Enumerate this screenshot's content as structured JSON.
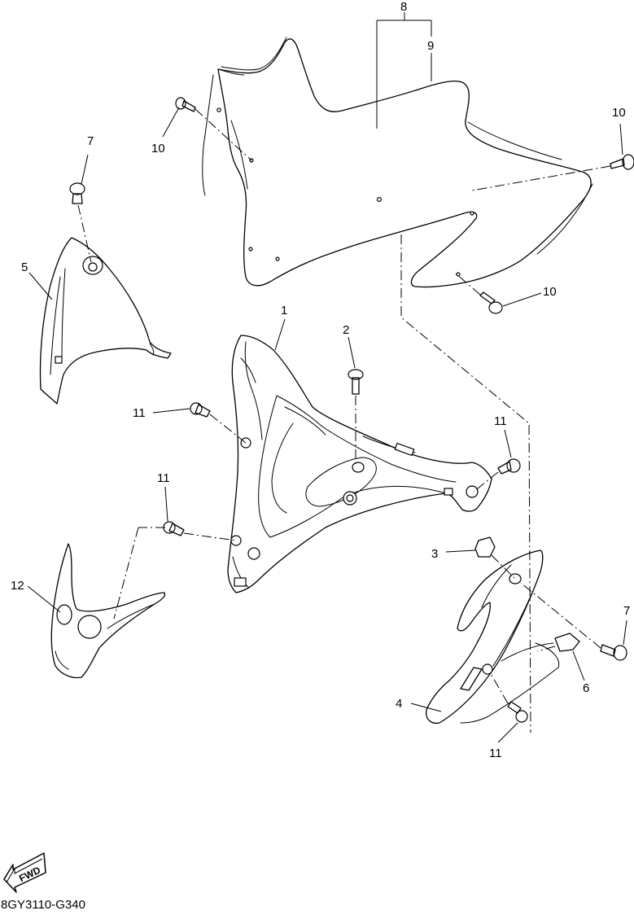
{
  "diagram": {
    "callouts": {
      "c1": "1",
      "c2": "2",
      "c3": "3",
      "c4": "4",
      "c5": "5",
      "c6": "6",
      "c7a": "7",
      "c7b": "7",
      "c8": "8",
      "c9": "9",
      "c10a": "10",
      "c10b": "10",
      "c10c": "10",
      "c11a": "11",
      "c11b": "11",
      "c11c": "11",
      "c11d": "11",
      "c12": "12"
    },
    "fwd_label": "FWD",
    "drawing_code": "8GY3110-G340"
  }
}
